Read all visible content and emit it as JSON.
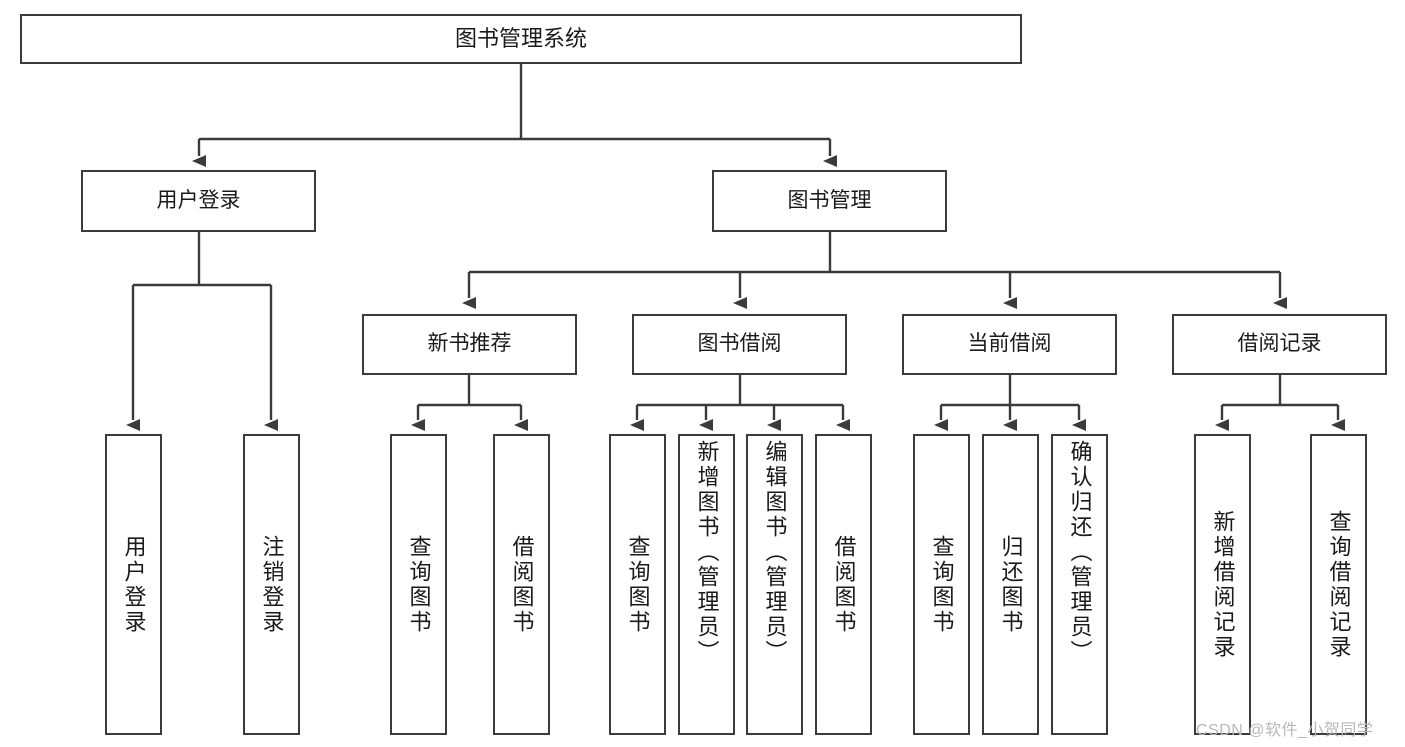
{
  "diagram": {
    "title": "图书管理系统",
    "type": "hierarchy-tree",
    "root": {
      "label": "图书管理系统"
    },
    "level2": [
      {
        "label": "用户登录"
      },
      {
        "label": "图书管理"
      }
    ],
    "level3": [
      {
        "label": "新书推荐"
      },
      {
        "label": "图书借阅"
      },
      {
        "label": "当前借阅"
      },
      {
        "label": "借阅记录"
      }
    ],
    "leaves": {
      "user_login": [
        {
          "label": "用户登录"
        },
        {
          "label": "注销登录"
        }
      ],
      "new_book_recommend": [
        {
          "label": "查询图书"
        },
        {
          "label": "借阅图书"
        }
      ],
      "book_borrow": [
        {
          "label": "查询图书"
        },
        {
          "label": "新增图书（管理员）"
        },
        {
          "label": "编辑图书（管理员）"
        },
        {
          "label": "借阅图书"
        }
      ],
      "current_borrow": [
        {
          "label": "查询图书"
        },
        {
          "label": "归还图书"
        },
        {
          "label": "确认归还（管理员）"
        }
      ],
      "borrow_record": [
        {
          "label": "新增借阅记录"
        },
        {
          "label": "查询借阅记录"
        }
      ]
    }
  },
  "watermark": {
    "text": "CSDN @软件_小贺同学"
  },
  "colors": {
    "stroke": "#3b3b3b",
    "fill": "#ffffff",
    "text": "#1a1a1a",
    "watermark": "#b8b8b8"
  }
}
